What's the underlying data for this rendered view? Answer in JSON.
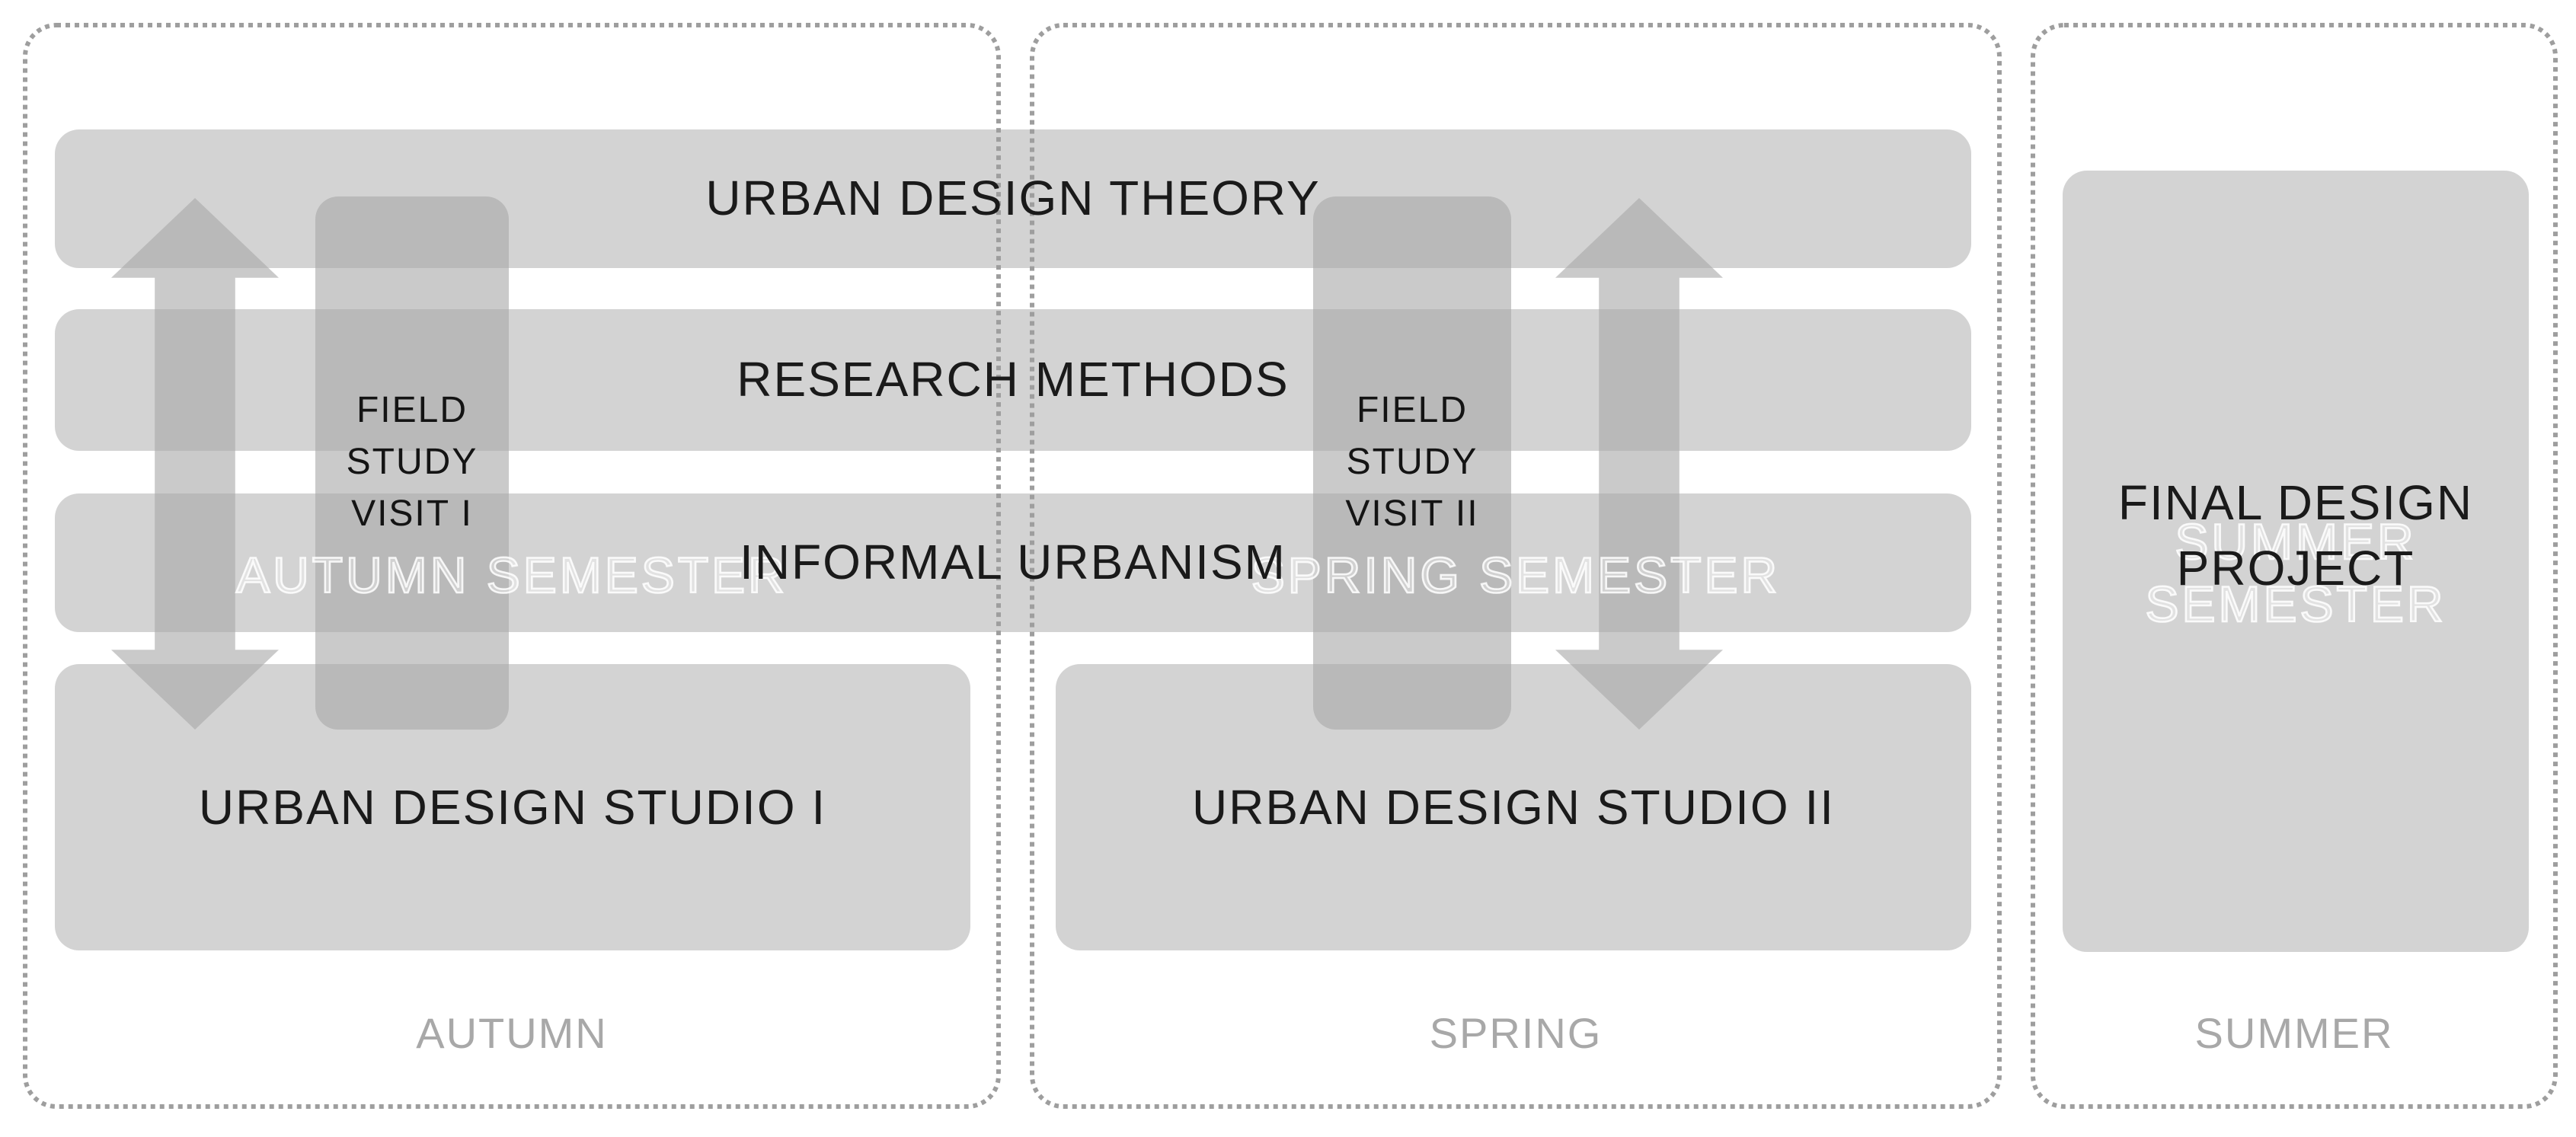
{
  "diagram": {
    "title_context": "Urban design programme structure diagram",
    "colors": {
      "background": "#ffffff",
      "box_fill": "#d3d3d3",
      "overlay_fill": "rgba(169,169,169,0.61)",
      "dotted_border": "#9e9e9e",
      "text_dark": "#1a1a1a",
      "season_label_gray": "#a8a8a8",
      "watermark_white": "#ffffff"
    },
    "course_bars": [
      "URBAN DESIGN THEORY",
      "RESEARCH METHODS",
      "INFORMAL URBANISM"
    ],
    "studios": [
      "URBAN DESIGN STUDIO I",
      "URBAN DESIGN STUDIO II"
    ],
    "field_visits": [
      {
        "lines": [
          "FIELD",
          "STUDY",
          "VISIT I"
        ]
      },
      {
        "lines": [
          "FIELD",
          "STUDY",
          "VISIT II"
        ]
      }
    ],
    "final_project": {
      "line1": "FINAL DESIGN",
      "line2": "PROJECT"
    },
    "watermarks": {
      "autumn": "AUTUMN SEMESTER",
      "spring": "SPRING SEMESTER",
      "summer_line1": "SUMMER",
      "summer_line2": "SEMESTER"
    },
    "season_labels": {
      "autumn": "AUTUMN",
      "spring": "SPRING",
      "summer": "SUMMER"
    }
  }
}
